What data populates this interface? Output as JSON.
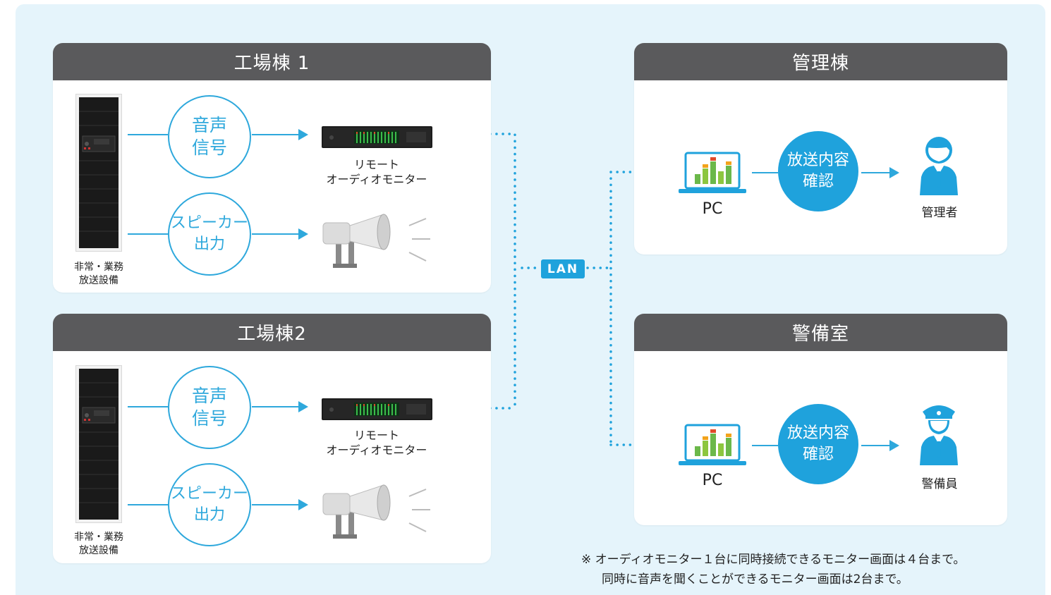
{
  "colors": {
    "accent": "#1fa2dc",
    "header": "#5a5a5c",
    "background": "#e5f4fb"
  },
  "factories": [
    {
      "title": "工場棟 1",
      "equipment_label": [
        "非常・業務",
        "放送設備"
      ],
      "signal_circle": [
        "音声",
        "信号"
      ],
      "speaker_circle": [
        "スピーカー",
        "出力"
      ],
      "monitor_label": [
        "リモート",
        "オーディオモニター"
      ]
    },
    {
      "title": "工場棟2",
      "equipment_label": [
        "非常・業務",
        "放送設備"
      ],
      "signal_circle": [
        "音声",
        "信号"
      ],
      "speaker_circle": [
        "スピーカー",
        "出力"
      ],
      "monitor_label": [
        "リモート",
        "オーディオモニター"
      ]
    }
  ],
  "offices": [
    {
      "title": "管理棟",
      "pc_label": "PC",
      "confirm_circle": [
        "放送内容",
        "確認"
      ],
      "person_label": "管理者",
      "person_icon": "manager-icon"
    },
    {
      "title": "警備室",
      "pc_label": "PC",
      "confirm_circle": [
        "放送内容",
        "確認"
      ],
      "person_label": "警備員",
      "person_icon": "guard-icon"
    }
  ],
  "network": {
    "label": "LAN"
  },
  "notes": [
    "※ オーディオモニター１台に同時接続できるモニター画面は４台まで。",
    "同時に音声を聞くことができるモニター画面は2台まで。"
  ]
}
